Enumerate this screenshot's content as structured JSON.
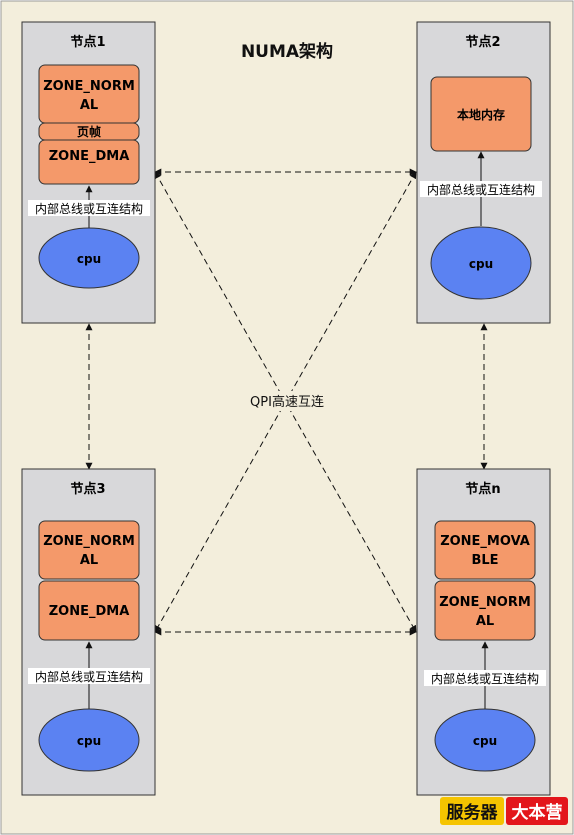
{
  "title": "NUMA架构",
  "interconnect_label": "QPI高速互连",
  "bus_label": "内部总线或互连结构",
  "cpu_label": "cpu",
  "nodes": [
    {
      "label": "节点1",
      "zones": [
        "ZONE_NORM\nAL",
        "页帧",
        "ZONE_DMA"
      ]
    },
    {
      "label": "节点2",
      "zones": [
        "本地内存"
      ]
    },
    {
      "label": "节点3",
      "zones": [
        "ZONE_NORM\nAL",
        "ZONE_DMA"
      ]
    },
    {
      "label": "节点n",
      "zones": [
        "ZONE_MOVA\nBLE",
        "ZONE_NORM\nAL"
      ]
    }
  ],
  "watermark": {
    "left": "服务器",
    "right": "大本营"
  },
  "colors": {
    "background": "#F3EEDC",
    "node_fill": "#D8D8DA",
    "zone_fill": "#F4996A",
    "cpu_fill": "#5B82F2"
  }
}
